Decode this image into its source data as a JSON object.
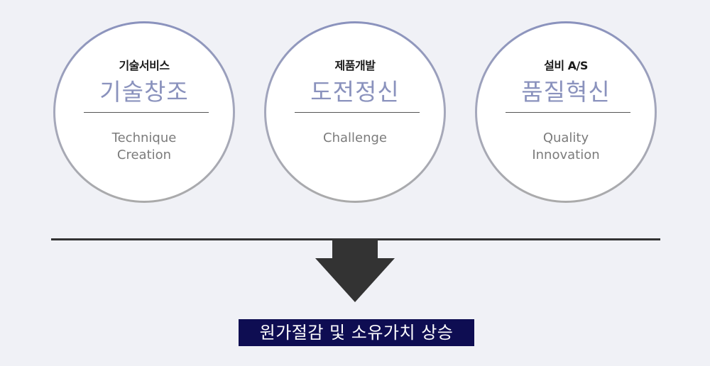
{
  "items": [
    {
      "kicker": "기술서비스",
      "headline": "기술창조",
      "english": [
        "Technique",
        "Creation"
      ]
    },
    {
      "kicker": "제품개발",
      "headline": "도전정신",
      "english": [
        "Challenge"
      ]
    },
    {
      "kicker": "설비 A/S",
      "headline": "품질혁신",
      "english": [
        "Quality",
        "Innovation"
      ]
    }
  ],
  "result": "원가절감 및 소유가치 상승",
  "colors": {
    "background": "#f0f1f6",
    "accent": "#8a92bd",
    "banner": "#0e0d52",
    "arrow": "#333333"
  },
  "icons": {
    "arrow": "down-arrow-icon"
  }
}
